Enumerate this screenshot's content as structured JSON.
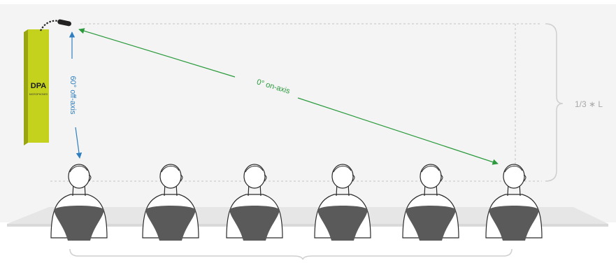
{
  "labels": {
    "on_axis": "0° on-axis",
    "off_axis": "60° off-axis",
    "height_ratio": "1/3 ∗ L"
  },
  "banner": {
    "logo_text": "DPA",
    "logo_subtext": "MICROPHONES"
  },
  "audience_count": 6,
  "colors": {
    "background_panel": "#f4f4f4",
    "floor": "#e6e6e6",
    "banner_yellow": "#c5d21d",
    "on_axis_arrow": "#2a9a3c",
    "off_axis_arrow": "#2f7fc0",
    "label_gray": "#a8a8a8",
    "chair": "#5a5a5a"
  }
}
